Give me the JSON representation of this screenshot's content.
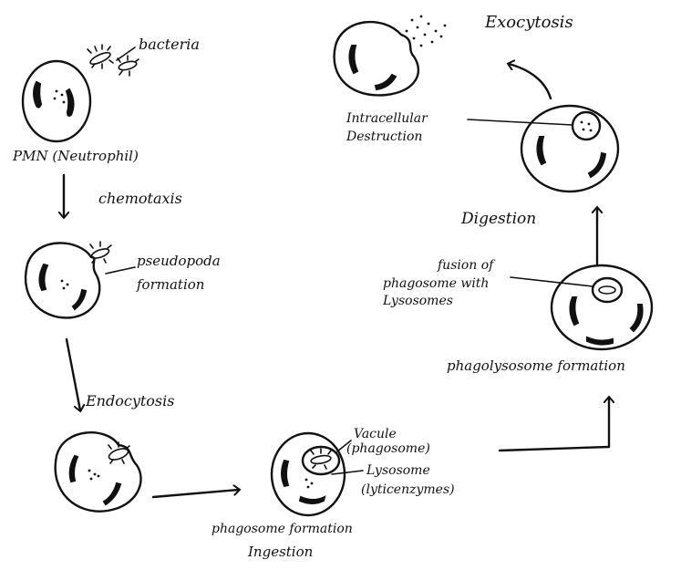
{
  "labels": {
    "bacteria": "bacteria",
    "pmn": "PMN (Neutrophil)",
    "chemotaxis": "chemotaxis",
    "pseudopoda": "pseudopoda",
    "formation": "formation",
    "endocytosis": "Endocytosis",
    "vacule": "Vacule",
    "phagosome_paren": "(phagosome)",
    "lysosome": "Lysosome",
    "lytic_enzymes": "(lyticenzymes)",
    "phagosome_formation": "phagosome formation",
    "ingestion": "Ingestion",
    "phagolysosome_formation": "phagolysosome formation",
    "fusion_of": "fusion of",
    "phagosome_with": "phagosome with",
    "lysosomes": "Lysosomes",
    "digestion": "Digestion",
    "intracellular": "Intracellular",
    "destruction": "Destruction",
    "exocytosis": "Exocytosis"
  }
}
